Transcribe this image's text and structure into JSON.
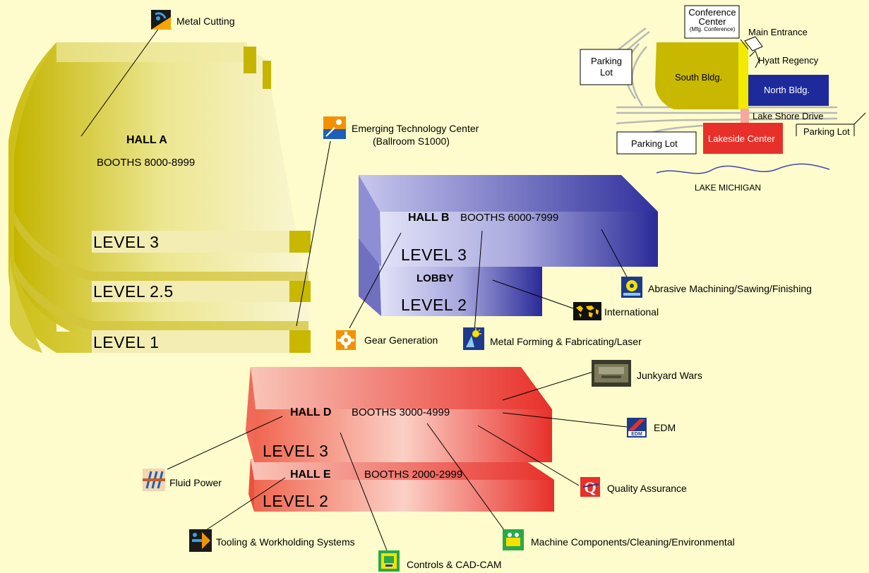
{
  "colors": {
    "background": "#fefccc",
    "hall_a": "#c8b800",
    "hall_b": "#2a2a98",
    "hall_de": "#e8302a",
    "north_bldg": "#1e2a9a",
    "lakeside": "#e8302a",
    "south_bldg": "#c8b800"
  },
  "hall_a": {
    "name": "HALL A",
    "booths": "BOOTHS 8000-8999",
    "levels": [
      "LEVEL 3",
      "LEVEL 2.5",
      "LEVEL 1"
    ]
  },
  "hall_b": {
    "name": "HALL B",
    "booths": "BOOTHS 6000-7999",
    "level": "LEVEL 3",
    "lobby": "LOBBY",
    "lobby_level": "LEVEL 2"
  },
  "hall_d": {
    "name": "HALL D",
    "booths": "BOOTHS 3000-4999",
    "level": "LEVEL 3"
  },
  "hall_e": {
    "name": "HALL E",
    "booths": "BOOTHS 2000-2999",
    "level": "LEVEL 2"
  },
  "categories": {
    "metal_cutting": {
      "label": "Metal Cutting",
      "icon": "metal-cutting-icon"
    },
    "emerging_tech": {
      "label": "Emerging Technology Center",
      "sublabel": "(Ballroom S1000)",
      "icon": "emerging-technology-icon"
    },
    "abrasive": {
      "label": "Abrasive Machining/Sawing/Finishing",
      "icon": "abrasive-icon"
    },
    "international": {
      "label": "International",
      "icon": "world-map-icon"
    },
    "gear": {
      "label": "Gear Generation",
      "icon": "gear-icon"
    },
    "metal_forming": {
      "label": "Metal Forming & Fabricating/Laser",
      "icon": "metal-forming-icon"
    },
    "junkyard": {
      "label": "Junkyard Wars",
      "icon": "junkyard-photo-icon"
    },
    "edm": {
      "label": "EDM",
      "icon": "edm-icon",
      "icon_text": "EDM"
    },
    "fluid_power": {
      "label": "Fluid Power",
      "icon": "fluid-power-icon"
    },
    "quality": {
      "label": "Quality Assurance",
      "icon": "quality-icon",
      "icon_text": "Q"
    },
    "tooling": {
      "label": "Tooling & Workholding Systems",
      "icon": "tooling-icon"
    },
    "machine_components": {
      "label": "Machine Components/Cleaning/Environmental",
      "icon": "machine-components-icon"
    },
    "controls": {
      "label": "Controls & CAD-CAM",
      "icon": "controls-icon"
    }
  },
  "site_map": {
    "conference": [
      "Conference",
      "Center",
      "(Mfg. Conference)"
    ],
    "main_entrance": "Main Entrance",
    "hyatt": "Hyatt Regency",
    "parking_lot_left": [
      "Parking",
      "Lot"
    ],
    "south_bldg": "South Bldg.",
    "north_bldg": "North Bldg.",
    "lake_shore": "Lake Shore Drive",
    "parking_lot_bottom": "Parking Lot",
    "lakeside": "Lakeside Center",
    "parking_lot_right": "Parking Lot",
    "lake": "LAKE MICHIGAN"
  }
}
